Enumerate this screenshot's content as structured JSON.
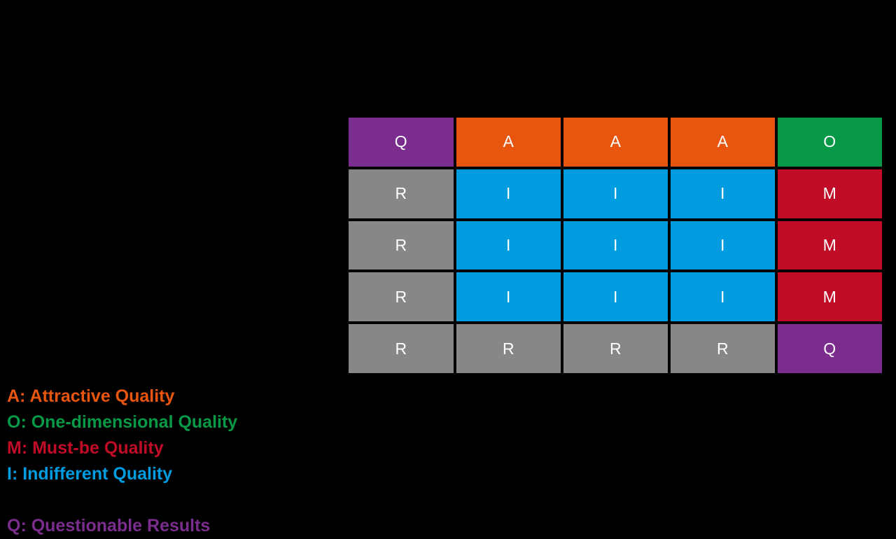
{
  "background_color": "#000000",
  "palette": {
    "attractive_orange": "#E8550F",
    "one_dimensional_green": "#079947",
    "must_be_red": "#C00C27",
    "indifferent_blue": "#009CE0",
    "reverse_gray": "#878787",
    "questionable_purple": "#7B2D8E",
    "cell_text": "#FFFFFF",
    "grid_line": "#000000"
  },
  "matrix": {
    "rows": [
      {
        "cells": [
          {
            "label": "Q",
            "category": "questionable",
            "color": "#7B2D8E"
          },
          {
            "label": "A",
            "category": "attractive",
            "color": "#E8550F"
          },
          {
            "label": "A",
            "category": "attractive",
            "color": "#E8550F"
          },
          {
            "label": "A",
            "category": "attractive",
            "color": "#E8550F"
          },
          {
            "label": "O",
            "category": "one-dimensional",
            "color": "#079947"
          }
        ]
      },
      {
        "cells": [
          {
            "label": "R",
            "category": "reverse",
            "color": "#878787"
          },
          {
            "label": "I",
            "category": "indifferent",
            "color": "#009CE0"
          },
          {
            "label": "I",
            "category": "indifferent",
            "color": "#009CE0"
          },
          {
            "label": "I",
            "category": "indifferent",
            "color": "#009CE0"
          },
          {
            "label": "M",
            "category": "must-be",
            "color": "#C00C27"
          }
        ]
      },
      {
        "cells": [
          {
            "label": "R",
            "category": "reverse",
            "color": "#878787"
          },
          {
            "label": "I",
            "category": "indifferent",
            "color": "#009CE0"
          },
          {
            "label": "I",
            "category": "indifferent",
            "color": "#009CE0"
          },
          {
            "label": "I",
            "category": "indifferent",
            "color": "#009CE0"
          },
          {
            "label": "M",
            "category": "must-be",
            "color": "#C00C27"
          }
        ]
      },
      {
        "cells": [
          {
            "label": "R",
            "category": "reverse",
            "color": "#878787"
          },
          {
            "label": "I",
            "category": "indifferent",
            "color": "#009CE0"
          },
          {
            "label": "I",
            "category": "indifferent",
            "color": "#009CE0"
          },
          {
            "label": "I",
            "category": "indifferent",
            "color": "#009CE0"
          },
          {
            "label": "M",
            "category": "must-be",
            "color": "#C00C27"
          }
        ]
      },
      {
        "cells": [
          {
            "label": "R",
            "category": "reverse",
            "color": "#878787"
          },
          {
            "label": "R",
            "category": "reverse",
            "color": "#878787"
          },
          {
            "label": "R",
            "category": "reverse",
            "color": "#878787"
          },
          {
            "label": "R",
            "category": "reverse",
            "color": "#878787"
          },
          {
            "label": "Q",
            "category": "questionable",
            "color": "#7B2D8E"
          }
        ]
      }
    ]
  },
  "legend": {
    "entries": [
      {
        "text": "A: Attractive Quality",
        "color": "#E8550F",
        "key": "A"
      },
      {
        "text": "O: One-dimensional Quality",
        "color": "#079947",
        "key": "O"
      },
      {
        "text": "M: Must-be Quality",
        "color": "#C00C27",
        "key": "M"
      },
      {
        "text": "I: Indifferent Quality",
        "color": "#009CE0",
        "key": "I"
      }
    ],
    "separate_entries": [
      {
        "text": "Q: Questionable Results",
        "color": "#7B2D8E",
        "key": "Q"
      }
    ]
  }
}
